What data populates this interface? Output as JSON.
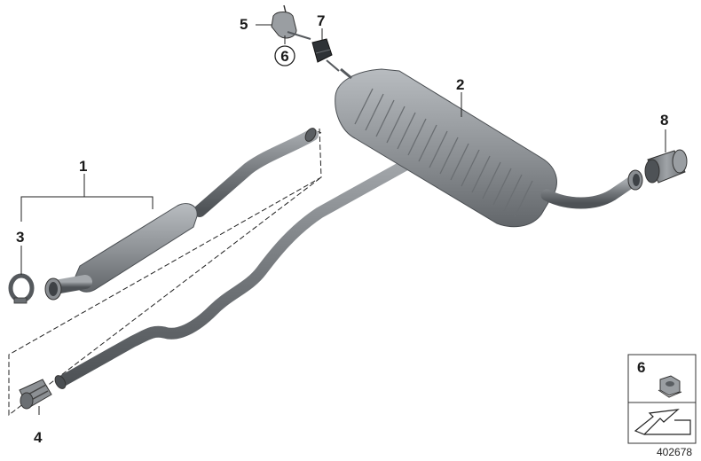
{
  "callouts": {
    "c1": "1",
    "c2": "2",
    "c3": "3",
    "c4": "4",
    "c5": "5",
    "c6": "6",
    "c7": "7",
    "c8": "8"
  },
  "legend": {
    "label": "6"
  },
  "diagram_id": "402678",
  "colors": {
    "pipe": "#7a7e82",
    "pipe_dark": "#55595d",
    "muffler": "#9a9ea2",
    "muffler_shade": "#6e7276",
    "lines": "#222222"
  }
}
